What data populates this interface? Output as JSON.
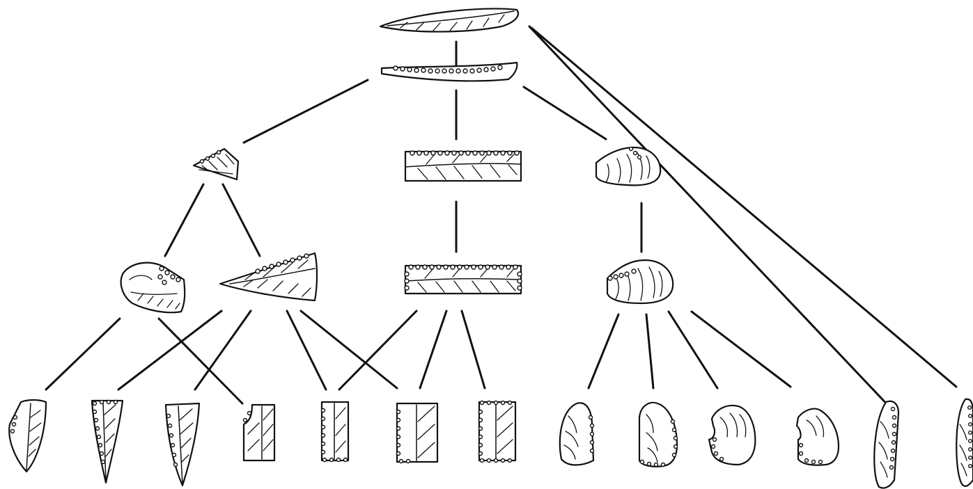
{
  "diagram": {
    "kind": "typological derivation tree of lithic tools",
    "levels": 5,
    "nodes": [
      {
        "id": "blade",
        "icon": "leaf-blade-icon"
      },
      {
        "id": "backed-blade",
        "icon": "backed-blade-icon"
      },
      {
        "id": "triangle-fragment",
        "icon": "triangle-icon"
      },
      {
        "id": "rectangle-segment",
        "icon": "rectangle-segment-icon"
      },
      {
        "id": "endscraper-blank",
        "icon": "scraper-icon"
      },
      {
        "id": "rounded-scraper",
        "icon": "scraper-icon"
      },
      {
        "id": "elongated-triangle",
        "icon": "triangle-icon"
      },
      {
        "id": "fully-retouched-rectangle",
        "icon": "rectangle-segment-icon"
      },
      {
        "id": "endscraper",
        "icon": "scraper-icon"
      }
    ],
    "leaves": [
      "pointed-leaf",
      "backed-point-a",
      "backed-point-b",
      "notched-rectangle",
      "bitruncated-rectangle-a",
      "bitruncated-rectangle-b",
      "bitruncated-rectangle-c",
      "rounded-scraper-a",
      "rounded-scraper-b",
      "notched-scraper-a",
      "notched-scraper-b",
      "backed-bladelet-a",
      "backed-bladelet-b"
    ]
  }
}
